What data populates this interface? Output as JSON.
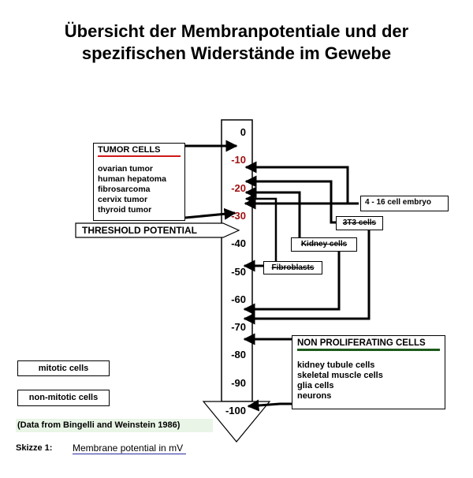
{
  "title_line1": "Übersicht der Membranpotentiale und der",
  "title_line2": "spezifischen Widerstände im Gewebe",
  "scale": {
    "ticks": [
      {
        "label": "0",
        "red": false
      },
      {
        "label": "-10",
        "red": true
      },
      {
        "label": "-20",
        "red": true
      },
      {
        "label": "-30",
        "red": true
      },
      {
        "label": "-40",
        "red": false
      },
      {
        "label": "-50",
        "red": false
      },
      {
        "label": "-60",
        "red": false
      },
      {
        "label": "-70",
        "red": false
      },
      {
        "label": "-80",
        "red": false
      },
      {
        "label": "-90",
        "red": false
      },
      {
        "label": "-100",
        "red": false
      }
    ]
  },
  "threshold_label": "THRESHOLD POTENTIAL",
  "tumor": {
    "heading": "TUMOR CELLS",
    "items": [
      "ovarian tumor",
      "human hepatoma",
      "fibrosarcoma",
      "cervix tumor",
      "thyroid tumor"
    ]
  },
  "embryo_label": "4 - 16 cell embryo",
  "t3_label": "3T3 cells",
  "kidney_label": "Kidney cells",
  "fibro_label": "Fibroblasts",
  "nonprolif": {
    "heading": "NON PROLIFERATING CELLS",
    "items": [
      "kidney tubule cells",
      "skeletal muscle cells",
      "glia cells",
      "neurons"
    ]
  },
  "legend": {
    "mitotic": "mitotic cells",
    "nonmitotic": "non-mitotic cells"
  },
  "data_source": "(Data from Bingelli and Weinstein 1986)",
  "caption_label": "Skizze 1:",
  "caption_text": "Membrane potential in mV",
  "colors": {
    "tick_red": "#a01010",
    "tumor_underline": "#d01818",
    "nonprolif_underline": "#1a5a1a"
  }
}
